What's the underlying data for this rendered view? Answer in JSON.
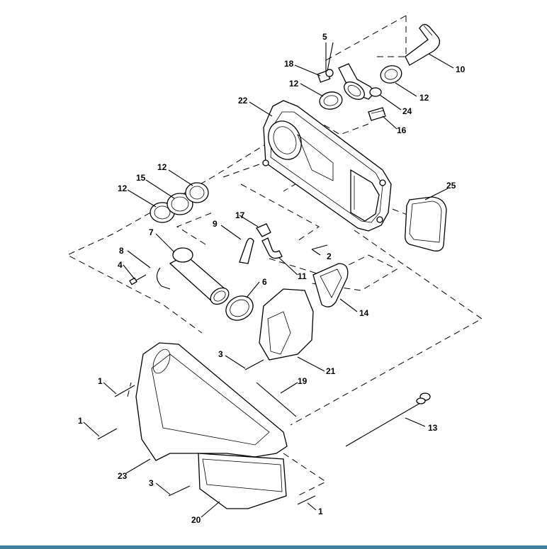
{
  "callouts": [
    {
      "id": "c5",
      "text": "5"
    },
    {
      "id": "c10",
      "text": "10"
    },
    {
      "id": "c18",
      "text": "18"
    },
    {
      "id": "c12a",
      "text": "12"
    },
    {
      "id": "c12b",
      "text": "12"
    },
    {
      "id": "c22",
      "text": "22"
    },
    {
      "id": "c24",
      "text": "24"
    },
    {
      "id": "c16",
      "text": "16"
    },
    {
      "id": "c12c",
      "text": "12"
    },
    {
      "id": "c15",
      "text": "15"
    },
    {
      "id": "c12d",
      "text": "12"
    },
    {
      "id": "c25",
      "text": "25"
    },
    {
      "id": "c17",
      "text": "17"
    },
    {
      "id": "c9",
      "text": "9"
    },
    {
      "id": "c7",
      "text": "7"
    },
    {
      "id": "c2",
      "text": "2"
    },
    {
      "id": "c8",
      "text": "8"
    },
    {
      "id": "c4",
      "text": "4"
    },
    {
      "id": "c11",
      "text": "11"
    },
    {
      "id": "c6",
      "text": "6"
    },
    {
      "id": "c14",
      "text": "14"
    },
    {
      "id": "c3a",
      "text": "3"
    },
    {
      "id": "c21",
      "text": "21"
    },
    {
      "id": "c1a",
      "text": "1"
    },
    {
      "id": "c19",
      "text": "19"
    },
    {
      "id": "c1b",
      "text": "1"
    },
    {
      "id": "c13",
      "text": "13"
    },
    {
      "id": "c23",
      "text": "23"
    },
    {
      "id": "c3b",
      "text": "3"
    },
    {
      "id": "c1c",
      "text": "1"
    },
    {
      "id": "c20",
      "text": "20"
    }
  ],
  "colors": {
    "bottom_bar": "#3f7f9e",
    "ink": "#000000"
  }
}
